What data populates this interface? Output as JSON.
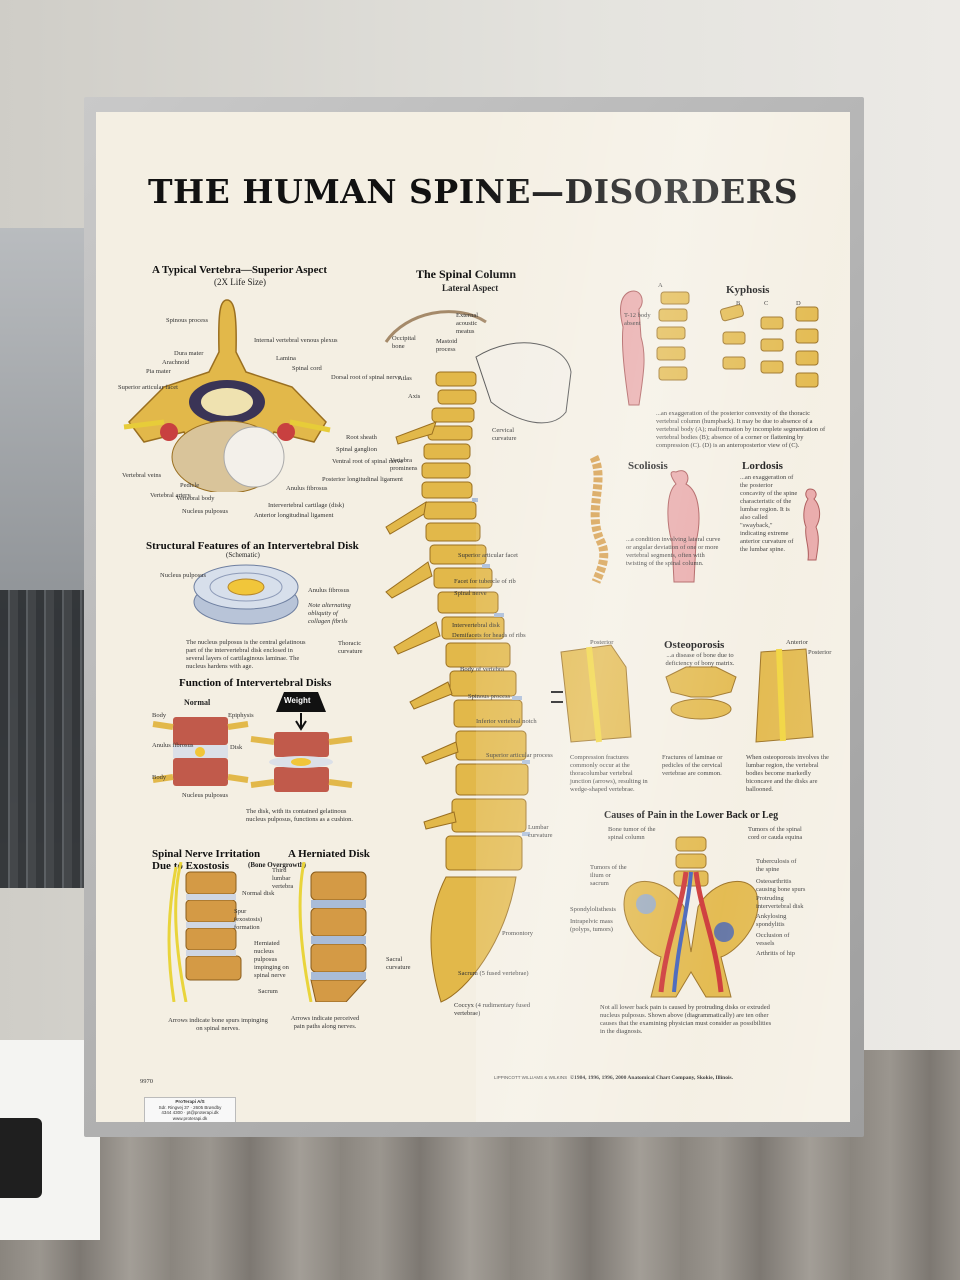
{
  "poster": {
    "title": "THE HUMAN SPINE—DISORDERS",
    "vertebra": {
      "heading": "A Typical Vertebra—Superior Aspect",
      "sub": "(2X Life Size)",
      "labels": [
        "Spinous process",
        "Internal vertebral venous plexus",
        "Dura mater",
        "Arachnoid",
        "Lamina",
        "Pia mater",
        "Spinal cord",
        "Superior articular facet",
        "Dorsal root of spinal nerve",
        "Root sheath",
        "Spinal ganglion",
        "Ventral root of spinal nerve",
        "Posterior longitudinal ligament",
        "Vertebral veins",
        "Pedicle",
        "Anulus fibrosus",
        "Vertebral artery",
        "Vertebral body",
        "Intervertebral cartilage (disk)",
        "Nucleus pulposus",
        "Anterior longitudinal ligament"
      ]
    },
    "disk_features": {
      "heading": "Structural Features of an Intervertebral Disk",
      "sub": "(Schematic)",
      "labels": [
        "Nucleus pulposus",
        "Anulus fibrosus",
        "Note alternating obliquity of collagen fibrils"
      ],
      "caption": "The nucleus pulposus is the central gelatinous part of the intervertebral disk enclosed in several layers of cartilaginous laminae. The nucleus hardens with age."
    },
    "disk_function": {
      "heading": "Function of Intervertebral Disks",
      "normal": "Normal",
      "weight": "Weight",
      "labels": [
        "Body",
        "Epiphysis",
        "Anulus fibrosus",
        "Disk",
        "Body",
        "Nucleus pulposus"
      ],
      "caption": "The disk, with its contained gelatinous nucleus pulposus, functions as a cushion."
    },
    "irritation": {
      "heading_line1": "Spinal Nerve Irritation",
      "heading_line2": "Due to Exostosis",
      "sub": "(Bone Overgrowth)",
      "labels": [
        "Spur (exostosis) formation"
      ],
      "caption": "Arrows indicate bone spurs impinging on spinal nerves."
    },
    "herniated": {
      "heading": "A Herniated Disk",
      "labels": [
        "Third lumbar vertebra",
        "Normal disk",
        "Herniated nucleus pulposus impinging on spinal nerve",
        "Sacrum"
      ],
      "caption": "Arrows indicate perceived pain paths along nerves."
    },
    "spinal_column": {
      "heading": "The Spinal Column",
      "sub": "Lateral Aspect",
      "labels": [
        "External acoustic meatus",
        "Occipital bone",
        "Mastoid process",
        "Atlas",
        "Axis",
        "Cervical curvature",
        "Vertebra prominens",
        "Superior articular facet",
        "Facet for tubercle of rib",
        "Spinal nerve",
        "Thoracic curvature",
        "Intervertebral disk",
        "Demifacets for heads of ribs",
        "Body of vertebra",
        "Spinous process",
        "Inferior vertebral notch",
        "Superior articular process",
        "Lumbar curvature",
        "Promontory",
        "Sacral curvature",
        "Sacrum (5 fused vertebrae)",
        "Coccyx (4 rudimentary fused vertebrae)"
      ]
    },
    "kyphosis": {
      "heading": "Kyphosis",
      "labels": [
        "A",
        "B",
        "C",
        "D",
        "T-12 body absent"
      ],
      "caption": "...an exaggeration of the posterior convexity of the thoracic vertebral column (humpback). It may be due to absence of a vertebral body (A); malformation by incomplete segmentation of vertebral bodies (B); absence of a corner or flattening by compression (C). (D) is an anteroposterior view of (C)."
    },
    "scoliosis": {
      "heading": "Scoliosis",
      "caption": "...a condition involving lateral curve or angular deviation of one or more vertebral segments, often with twisting of the spinal column."
    },
    "lordosis": {
      "heading": "Lordosis",
      "caption": "...an exaggeration of the posterior concavity of the spine characteristic of the lumbar region. It is also called \"swayback,\" indicating extreme anterior curvature of the lumbar spine."
    },
    "osteoporosis": {
      "heading": "Osteoporosis",
      "sub": "...a disease of bone due to deficiency of bony matrix.",
      "labels": [
        "Posterior",
        "Anterior",
        "Posterior"
      ],
      "caption_left": "Compression fractures commonly occur at the thoracolumbar vertebral junction (arrows), resulting in wedge-shaped vertebrae.",
      "caption_mid": "Fractures of laminae or pedicles of the cervical vertebrae are common.",
      "caption_right": "When osteoporosis involves the lumbar region, the vertebral bodies become markedly biconcave and the disks are ballooned."
    },
    "pain": {
      "heading": "Causes of Pain in the Lower Back or Leg",
      "labels_left": [
        "Bone tumor of the spinal column",
        "Tumors of the ilium or sacrum",
        "Spondylolisthesis",
        "Intrapelvic mass (polyps, tumors)"
      ],
      "labels_right": [
        "Tumors of the spinal cord or cauda equina",
        "Tuberculosis of the spine",
        "Osteoarthritis causing bone spurs",
        "Protruding intervertebral disk",
        "Ankylosing spondylitis",
        "Occlusion of vessels",
        "Arthritis of hip"
      ],
      "caption": "Not all lower back pain is caused by protruding disks or extruded nucleus pulposus. Shown above (diagrammatically) are ten other causes that the examining physician must consider as possibilities in the diagnosis."
    },
    "footer": {
      "number": "9970",
      "publisher": "LIPPINCOTT WILLIAMS & WILKINS",
      "copyright": "©1984, 1996, 1996, 2000 Anatomical Chart Company, Skokie, Illinois."
    },
    "tag": {
      "line1": "ProTerapi A/S",
      "line2": "Sdr. Ringvej 37 · 2605 Brøndby",
      "line3": "4344 4300 · pt@proterapi.dk",
      "line4": "www.proterapi.dk"
    }
  },
  "colors": {
    "bone": "#e2b84a",
    "bone_dark": "#b5862a",
    "paper": "#f4efe3",
    "frame": "#b4b4b4"
  }
}
